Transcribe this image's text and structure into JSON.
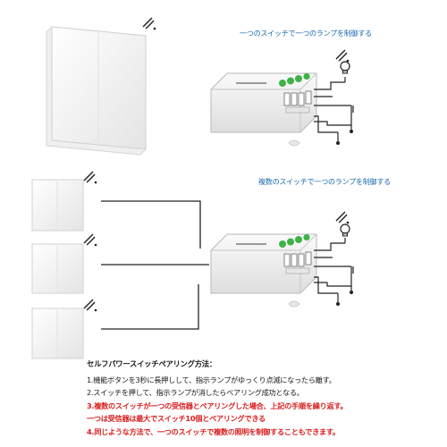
{
  "diagram": {
    "caption_single": "一つのスイッチで一つのランプを制御する",
    "caption_multi": "複数のスイッチで一つのランプを制御する",
    "instructions": {
      "title": "セルフパワースイッチペアリング方法：",
      "steps": [
        {
          "text": "1.機能ボタンを3秒に長押しして、指示ランプがゆっくり点滅になったら離す。",
          "highlight": false
        },
        {
          "text": "2.スイッチを押して、指示ランプが消したらペアリング成功となる。",
          "highlight": false
        },
        {
          "text": "3.複数のスイッチが一つの受信器とペアリングした場合、上記の手順を繰り返す。",
          "highlight": true
        },
        {
          "text": "一つは受信器は最大でスイッチ10個とペアリングできる",
          "highlight": true
        },
        {
          "text": "4.同じような方法で、一つのスイッチで複数の照明を制御することもできます。",
          "highlight": true
        }
      ]
    }
  },
  "colors": {
    "caption": "#1b6ab0",
    "highlight": "#d81f1f",
    "led": "#3fb24a",
    "wire": "#222222"
  },
  "icons": [
    "wireless-signal-icon",
    "light-bulb-icon",
    "wall-switch",
    "receiver-module"
  ]
}
